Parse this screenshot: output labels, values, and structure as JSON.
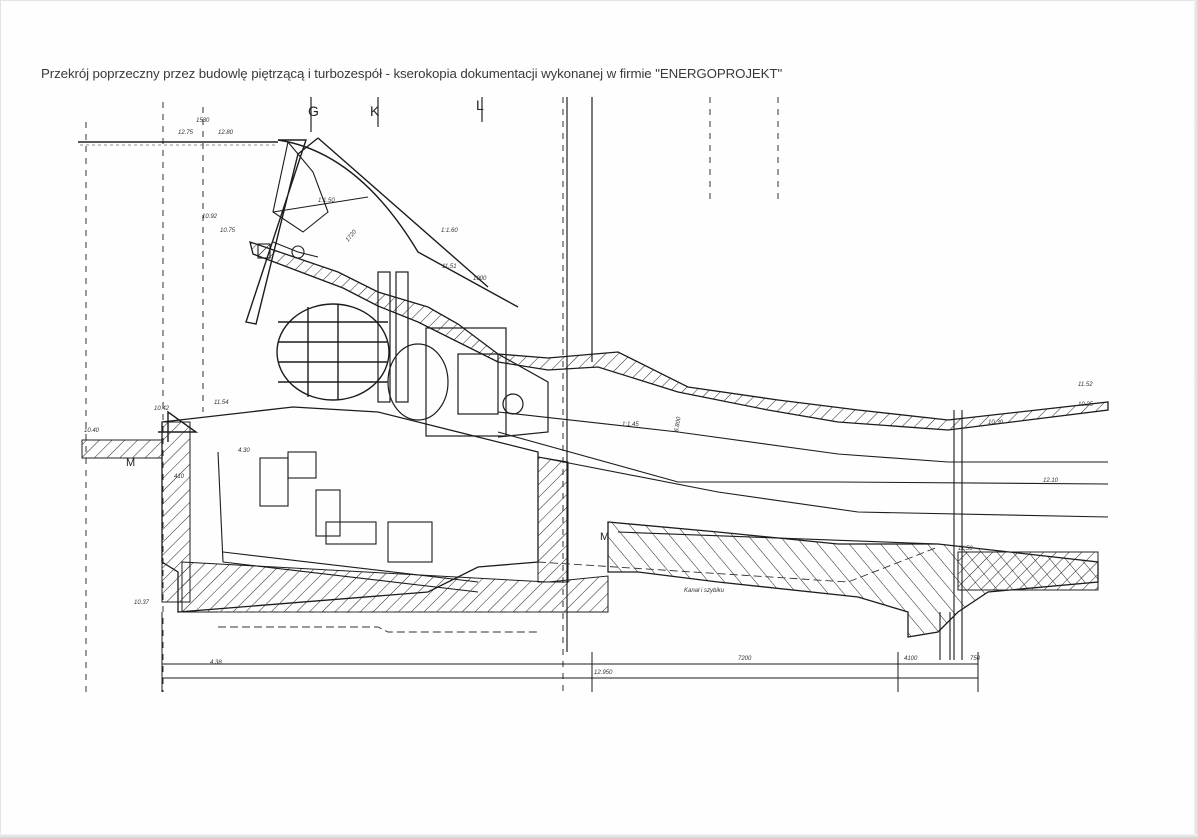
{
  "document": {
    "caption": "Przekrój poprzeczny przez budowlę piętrzącą i turbozespół - kserokopia dokumentacji wykonanej w firmie \"ENERGOPROJEKT\""
  },
  "drawing": {
    "axis_labels": [
      "G",
      "K",
      "L"
    ],
    "section_marks": [
      "M",
      "M"
    ],
    "elevations": [
      "12.75",
      "12.80",
      "10.92",
      "10.75",
      "11.51",
      "11.54",
      "10.42",
      "10.40",
      "11.52",
      "10.25",
      "10.30",
      "12.10",
      "11.50",
      "10.37"
    ],
    "dimensions": [
      "1530",
      "1720",
      "1:1.60",
      "1:1.50",
      "1:1.45",
      "6.800",
      "410",
      "4.30",
      "1000",
      "7200",
      "4100",
      "12.950",
      "750",
      "4.38"
    ],
    "annotation": "Kanał i szybiku"
  },
  "colors": {
    "paper": "#fefefe",
    "ink": "#1c1c1c",
    "caption": "#3a3a3a"
  }
}
